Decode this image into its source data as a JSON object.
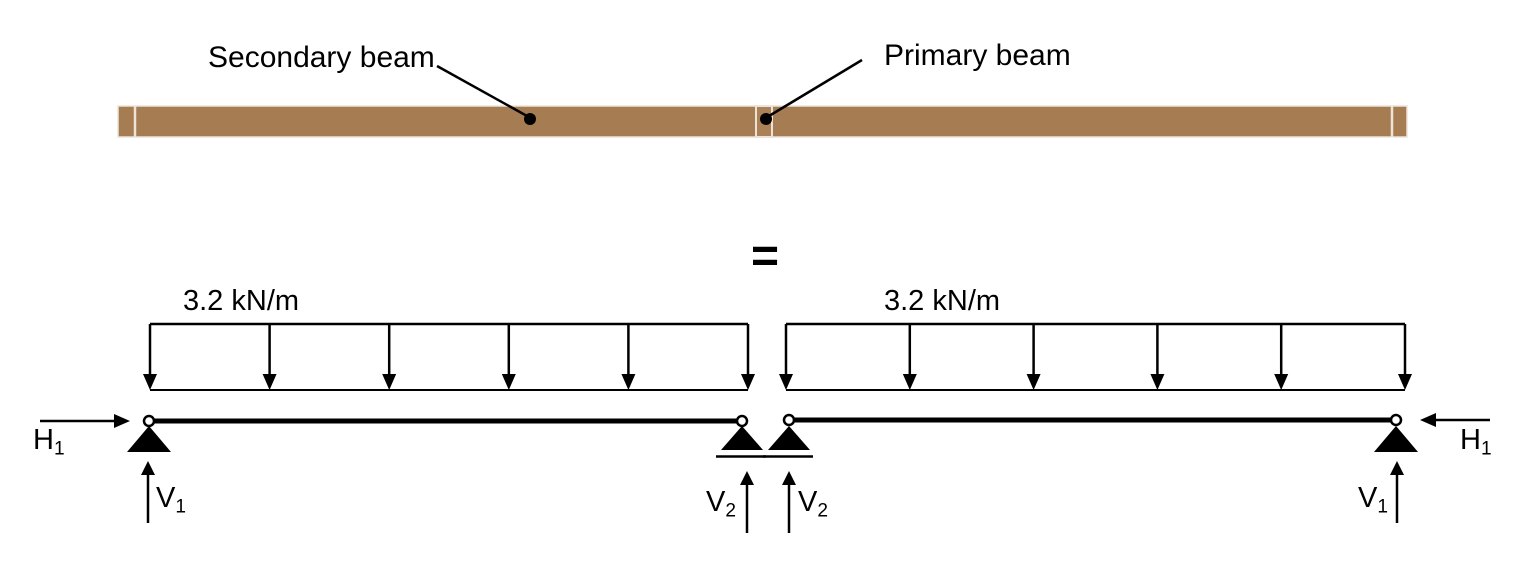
{
  "top_view": {
    "secondary_beam_label": "Secondary beam",
    "primary_beam_label": "Primary beam",
    "beam_fill_color": "#A67C52",
    "beam_joint_color": "#EDE3DA"
  },
  "equals_sign": "=",
  "load_diagram": {
    "left_load_label": "3.2 kN/m",
    "right_load_label": "3.2 kN/m",
    "load_magnitude_kN_per_m": 3.2,
    "reactions": {
      "h1": {
        "base": "H",
        "sub": "1"
      },
      "v1": {
        "base": "V",
        "sub": "1"
      },
      "v2": {
        "base": "V",
        "sub": "2"
      }
    }
  }
}
